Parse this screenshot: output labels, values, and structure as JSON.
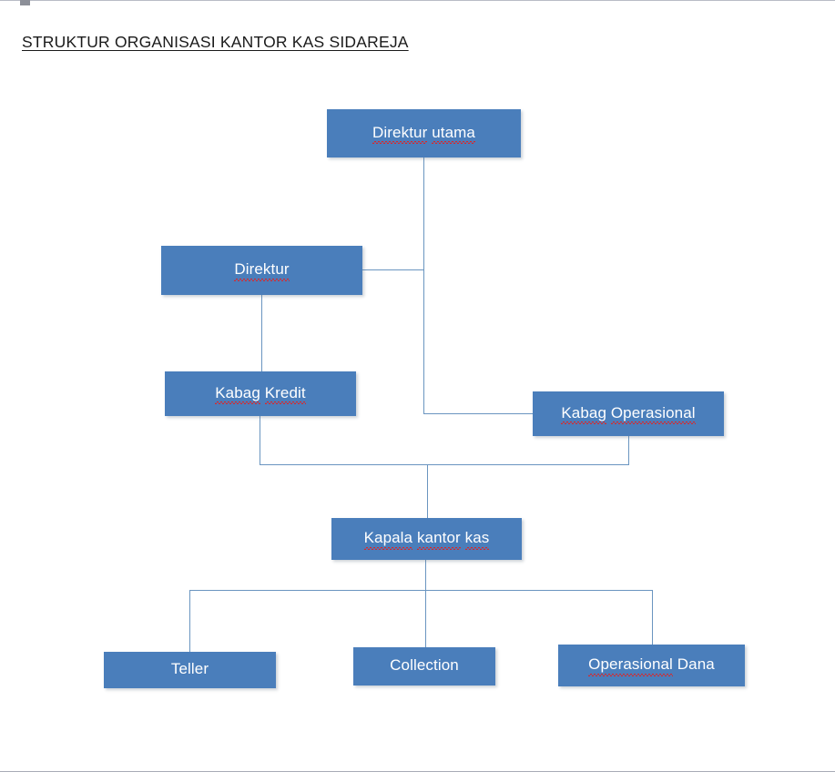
{
  "document": {
    "title": "STRUKTUR ORGANISASI KANTOR KAS SIDAREJA"
  },
  "theme": {
    "box_fill": "#4A7EBB",
    "box_border": "#2F5584",
    "box_text": "#FFFFFF",
    "connector": "#6A95C0",
    "title_text": "#1A1A1A",
    "spellcheck_underline": "#E02424",
    "page_background": "#FFFFFF",
    "page_edge": "#B9BCC6"
  },
  "chart_data": {
    "type": "diagram",
    "diagram_kind": "organization-chart",
    "title": "STRUKTUR ORGANISASI KANTOR KAS SIDAREJA",
    "nodes": [
      {
        "id": "direktur-utama",
        "label": "Direktur utama",
        "level": 1,
        "misspelled_words": [
          "Direktur",
          "utama"
        ]
      },
      {
        "id": "direktur",
        "label": "Direktur",
        "level": 2,
        "misspelled_words": [
          "Direktur"
        ]
      },
      {
        "id": "kabag-kredit",
        "label": "Kabag Kredit",
        "level": 3,
        "misspelled_words": [
          "Kabag",
          "Kredit"
        ]
      },
      {
        "id": "kabag-operasional",
        "label": "Kabag Operasional",
        "level": 3,
        "misspelled_words": [
          "Kabag",
          "Operasional"
        ]
      },
      {
        "id": "kapala-kantor-kas",
        "label": "Kapala kantor kas",
        "level": 4,
        "misspelled_words": [
          "Kapala",
          "kantor",
          "kas"
        ]
      },
      {
        "id": "teller",
        "label": "Teller",
        "level": 5,
        "misspelled_words": []
      },
      {
        "id": "collection",
        "label": "Collection",
        "level": 5,
        "misspelled_words": []
      },
      {
        "id": "operasional-dana",
        "label": "Operasional Dana",
        "level": 5,
        "misspelled_words": [
          "Operasional"
        ]
      }
    ],
    "edges": [
      {
        "from": "direktur-utama",
        "to": "direktur"
      },
      {
        "from": "direktur-utama",
        "to": "kabag-operasional"
      },
      {
        "from": "direktur",
        "to": "kabag-kredit"
      },
      {
        "from": "kabag-kredit",
        "to": "kapala-kantor-kas"
      },
      {
        "from": "kabag-operasional",
        "to": "kapala-kantor-kas"
      },
      {
        "from": "kapala-kantor-kas",
        "to": "teller"
      },
      {
        "from": "kapala-kantor-kas",
        "to": "collection"
      },
      {
        "from": "kapala-kantor-kas",
        "to": "operasional-dana"
      }
    ]
  },
  "nodes": {
    "direktur_utama": {
      "label": "Direktur utama",
      "words": [
        {
          "text": "Direktur",
          "flagged": true
        },
        {
          "text": " ",
          "flagged": false
        },
        {
          "text": "utama",
          "flagged": true
        }
      ]
    },
    "direktur": {
      "label": "Direktur",
      "words": [
        {
          "text": "Direktur",
          "flagged": true
        }
      ]
    },
    "kabag_kredit": {
      "label": "Kabag Kredit",
      "words": [
        {
          "text": "Kabag",
          "flagged": true
        },
        {
          "text": " ",
          "flagged": false
        },
        {
          "text": "Kredit",
          "flagged": true
        }
      ]
    },
    "kabag_operasional": {
      "label": "Kabag Operasional",
      "words": [
        {
          "text": "Kabag",
          "flagged": true
        },
        {
          "text": " ",
          "flagged": false
        },
        {
          "text": "Operasional",
          "flagged": true
        }
      ]
    },
    "kapala_kantor_kas": {
      "label": "Kapala kantor kas",
      "words": [
        {
          "text": "Kapala",
          "flagged": true
        },
        {
          "text": " ",
          "flagged": false
        },
        {
          "text": "kantor",
          "flagged": true
        },
        {
          "text": " ",
          "flagged": false
        },
        {
          "text": "kas",
          "flagged": true
        }
      ]
    },
    "teller": {
      "label": "Teller",
      "words": [
        {
          "text": "Teller",
          "flagged": false
        }
      ]
    },
    "collection": {
      "label": "Collection",
      "words": [
        {
          "text": "Collection",
          "flagged": false
        }
      ]
    },
    "operasional_dana": {
      "label": "Operasional Dana",
      "words": [
        {
          "text": "Operasional",
          "flagged": true
        },
        {
          "text": " ",
          "flagged": false
        },
        {
          "text": "Dana",
          "flagged": false
        }
      ]
    }
  }
}
